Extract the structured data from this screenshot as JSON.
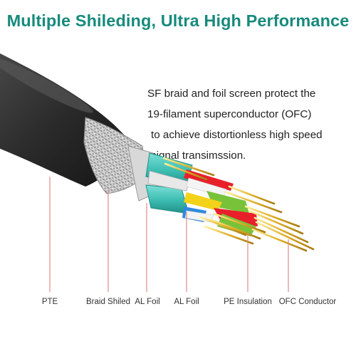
{
  "headline": "Multiple Shileding, Ultra High Performance",
  "description": {
    "lines": [
      "SF braid and foil screen protect the",
      "19-filament superconductor (OFC)",
      "to achieve distortionless high speed",
      "signal transimssion."
    ]
  },
  "labels": [
    {
      "text": "PTE"
    },
    {
      "text": "Braid Shiled"
    },
    {
      "text": "AL Foil"
    },
    {
      "text": "AL Foil"
    },
    {
      "text": "PE Insulation"
    },
    {
      "text": "OFC Conductor"
    }
  ],
  "colors": {
    "headline": "#178a7c",
    "jacket": "#2b2b2b",
    "braid": "#b9b9b9",
    "foil_teal": "#3fbfb4",
    "wire_red": "#e8202a",
    "wire_green": "#78c23a",
    "wire_yellow": "#f3d21a",
    "wire_blue": "#2f8ae0",
    "conductor_gold": "#e0b02a",
    "leader_lines": "#e08a8a"
  }
}
